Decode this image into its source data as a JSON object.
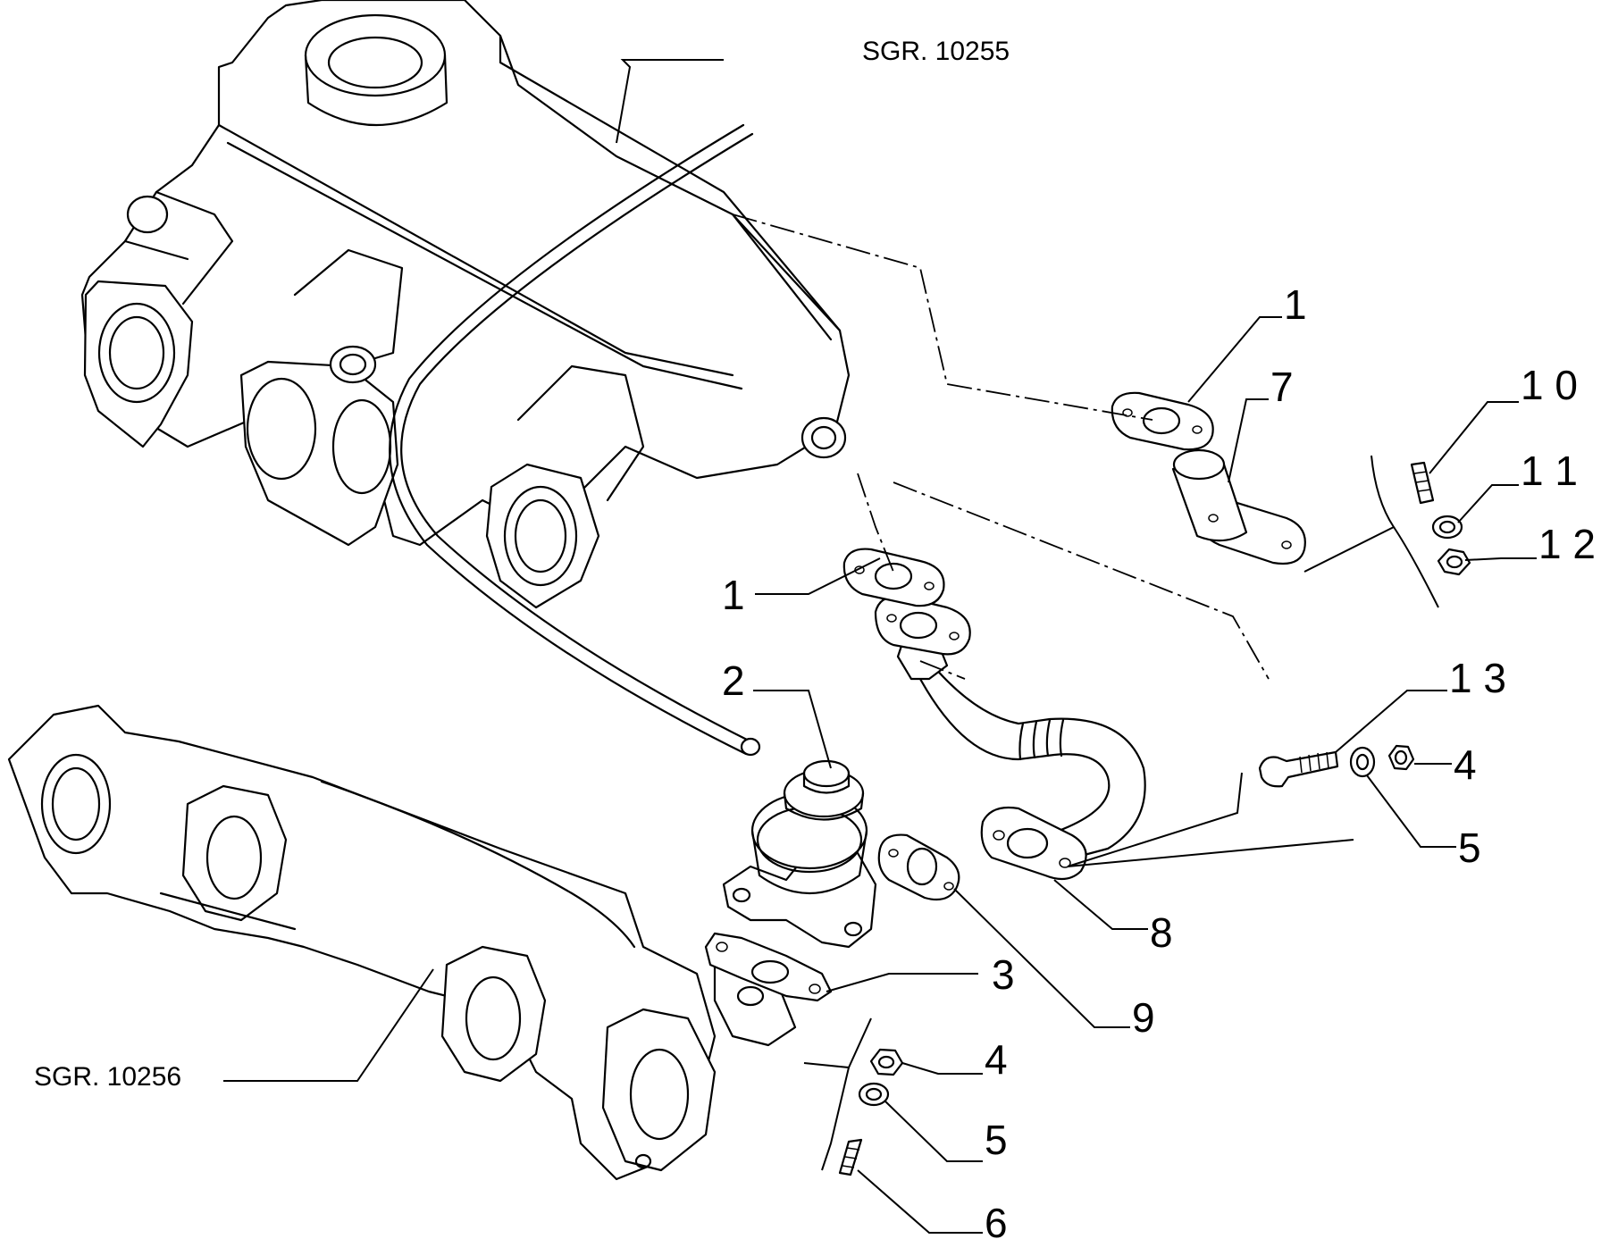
{
  "references": {
    "upper": "SGR. 10255",
    "lower": "SGR. 10256"
  },
  "callouts": {
    "c1a": "1",
    "c7": "7",
    "c10": "1 0",
    "c11": "1 1",
    "c12": "1 2",
    "c1b": "1",
    "c2": "2",
    "c13": "1 3",
    "c4a": "4",
    "c5a": "5",
    "c8": "8",
    "c3": "3",
    "c9": "9",
    "c4b": "4",
    "c5b": "5",
    "c6": "6"
  }
}
